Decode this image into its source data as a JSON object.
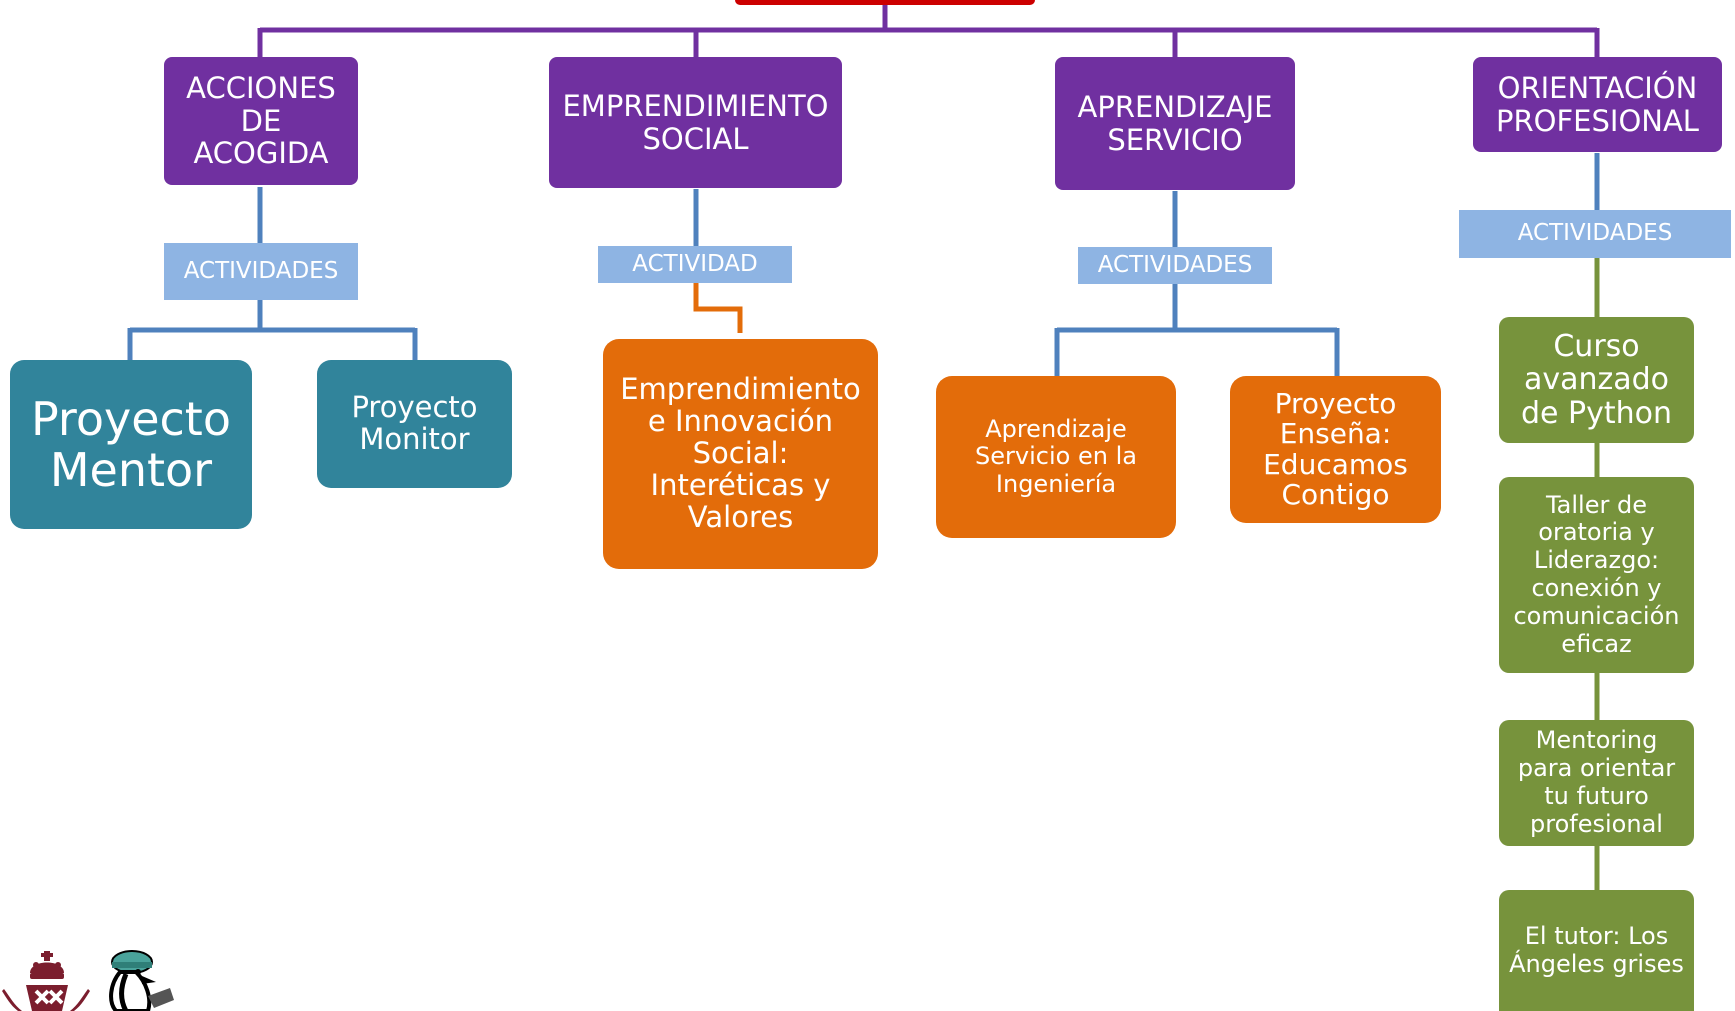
{
  "header_box": {
    "label": ""
  },
  "branches": [
    {
      "title": "ACCIONES\nDE\nACOGIDA",
      "label": "ACTIVIDADES",
      "items": [
        "Proyecto\nMentor",
        "Proyecto\nMonitor"
      ]
    },
    {
      "title": "EMPRENDIMIENTO\nSOCIAL",
      "label": "ACTIVIDAD",
      "items": [
        "Emprendimiento\ne Innovación\nSocial:\nInteréticas y\nValores"
      ]
    },
    {
      "title": "APRENDIZAJE\nSERVICIO",
      "label": "ACTIVIDADES",
      "items": [
        "Aprendizaje\nServicio en la\nIngeniería",
        "Proyecto\nEnseña:\nEducamos\nContigo"
      ]
    },
    {
      "title": "ORIENTACIÓN\nPROFESIONAL",
      "label": "ACTIVIDADES",
      "items": [
        "Curso\navanzado\nde Python",
        "Taller de\noratoria y\nLiderazgo:\nconexión y\ncomunicación\neficaz",
        "Mentoring\npara orientar\ntu futuro\nprofesional",
        "El tutor: Los\nÁngeles grises"
      ]
    }
  ],
  "colors": {
    "root": "#cc0000",
    "branch": "#7030a0",
    "label": "#8eb4e3",
    "teal": "#31849b",
    "orange": "#e36c0a",
    "green": "#77933c",
    "purple_line": "#7030a0",
    "blue_line": "#4f81bd",
    "orange_line": "#e36c0a",
    "green_line": "#77933c",
    "logo": "#7b1e2e"
  },
  "logos": [
    "crown-crest-icon",
    "penguin-mascot-icon"
  ]
}
